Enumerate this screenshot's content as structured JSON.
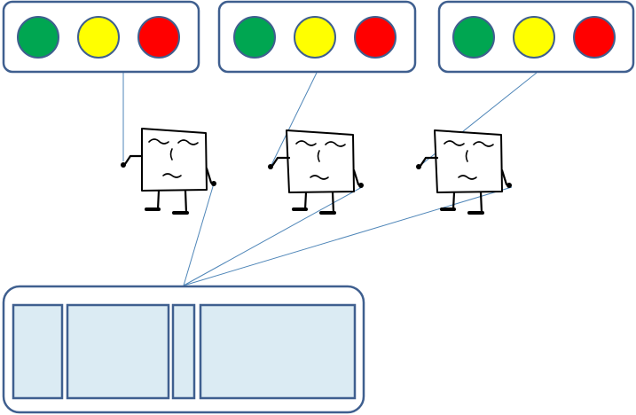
{
  "panels": [
    {
      "lights": [
        "#00a651",
        "#ffff00",
        "#ff0000"
      ]
    },
    {
      "lights": [
        "#00a651",
        "#ffff00",
        "#ff0000"
      ]
    },
    {
      "lights": [
        "#00a651",
        "#ffff00",
        "#ff0000"
      ]
    }
  ],
  "characters": [
    {
      "expression": "sleepy-face"
    },
    {
      "expression": "sleepy-face"
    },
    {
      "expression": "sleepy-face"
    }
  ],
  "bottom_bar": {
    "segments": 4
  },
  "colors": {
    "outline": "#3f5f8f",
    "connector": "#4f86b8",
    "segment_fill": "#dbebf3",
    "green": "#00a651",
    "yellow": "#ffff00",
    "red": "#ff0000"
  }
}
